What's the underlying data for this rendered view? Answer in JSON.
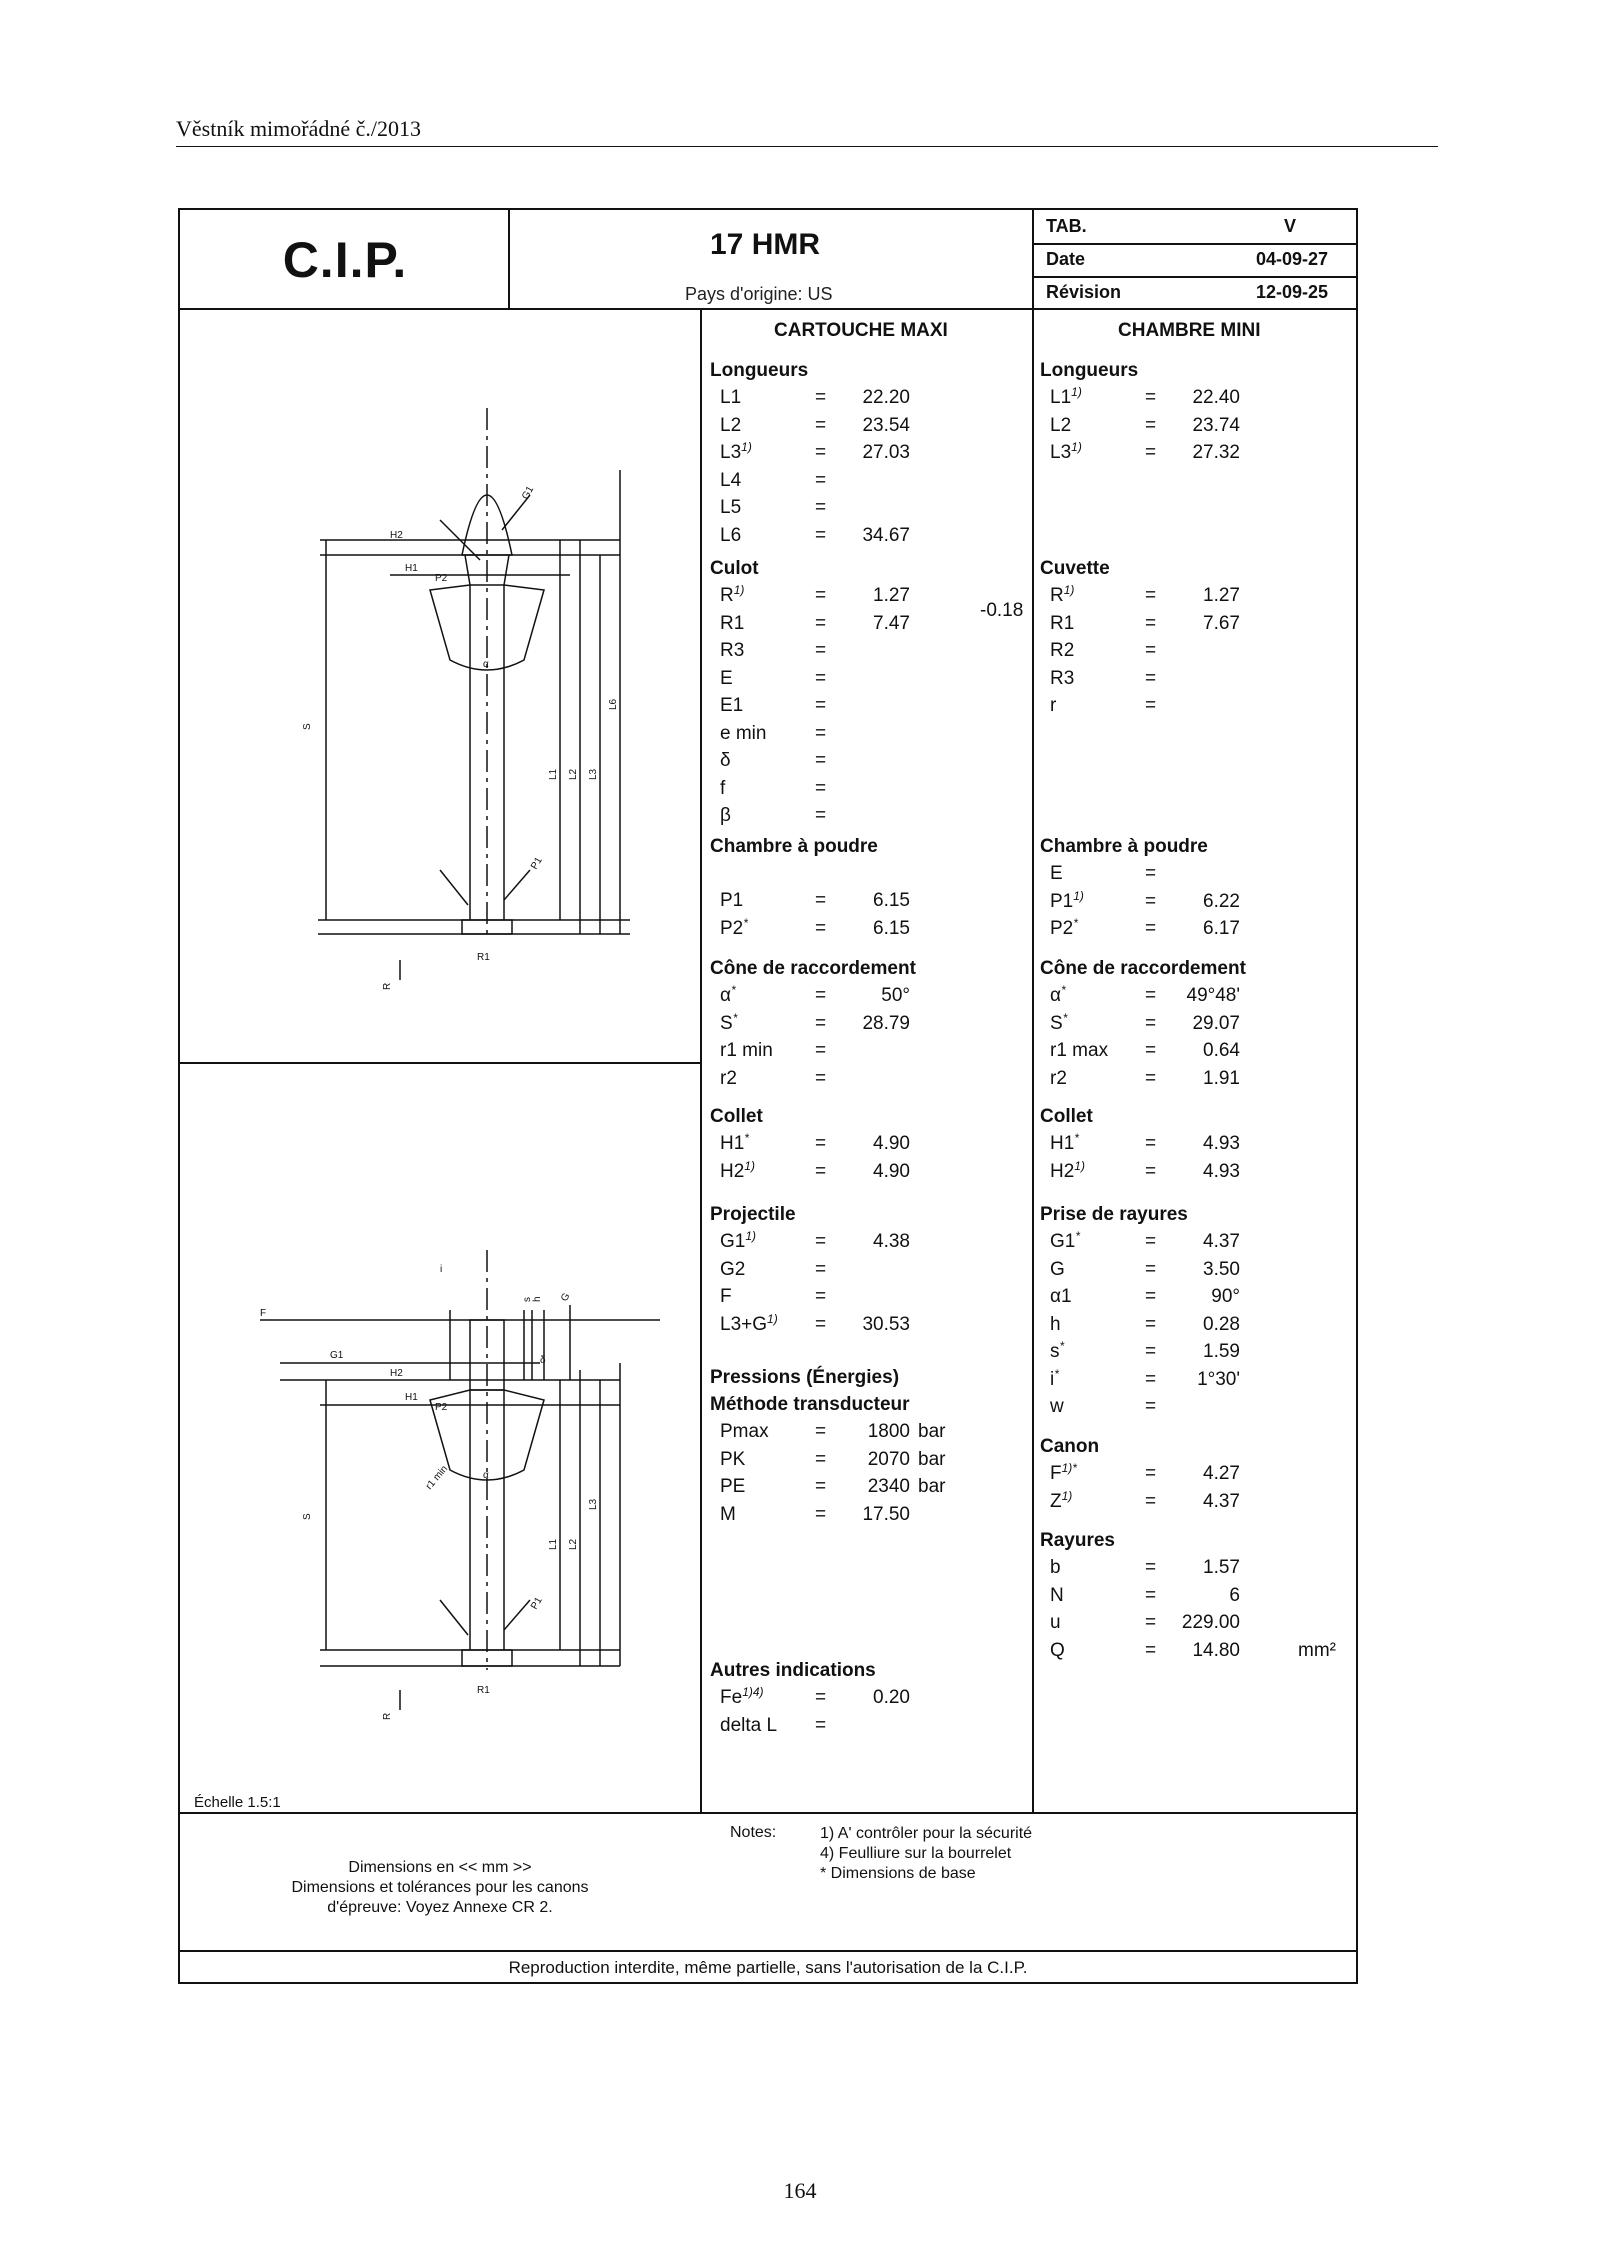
{
  "page": {
    "header": "Věstník mimořádné č./2013",
    "page_number": "164"
  },
  "sheet": {
    "logo": "C.I.P.",
    "title": "17 HMR",
    "origin": "Pays d'origine: US",
    "tab": {
      "key": "TAB.",
      "value": "V"
    },
    "date": {
      "key": "Date",
      "value": "04-09-27"
    },
    "revision": {
      "key": "Révision",
      "value": "12-09-25"
    },
    "col_left": "CARTOUCHE MAXI",
    "col_right": "CHAMBRE MINI",
    "scale": "Échelle 1.5:1",
    "dimensions_note": [
      "Dimensions en << mm >>",
      "Dimensions et tolérances pour les canons",
      "d'épreuve: Voyez Annexe CR 2."
    ],
    "notes_label": "Notes:",
    "notes": [
      "1) A' contrôler pour la sécurité",
      "4) Feulliure sur la bourrelet",
      "*   Dimensions de base"
    ],
    "footer": "Reproduction interdite, même partielle, sans l'autorisation de la C.I.P."
  },
  "cartouche": {
    "longueurs": {
      "title": "Longueurs",
      "rows": [
        {
          "l": "L1",
          "s": "",
          "v": "22.20"
        },
        {
          "l": "L2",
          "s": "",
          "v": "23.54"
        },
        {
          "l": "L3",
          "s": "1)",
          "v": "27.03"
        },
        {
          "l": "L4",
          "s": "",
          "v": ""
        },
        {
          "l": "L5",
          "s": "",
          "v": ""
        },
        {
          "l": "L6",
          "s": "",
          "v": "34.67"
        }
      ]
    },
    "culot": {
      "title": "Culot",
      "tolerance": "-0.18",
      "rows": [
        {
          "l": "R",
          "s": "1)",
          "v": "1.27"
        },
        {
          "l": "R1",
          "s": "",
          "v": "7.47"
        },
        {
          "l": "R3",
          "s": "",
          "v": ""
        },
        {
          "l": "E",
          "s": "",
          "v": ""
        },
        {
          "l": "E1",
          "s": "",
          "v": ""
        },
        {
          "l": "e min",
          "s": "",
          "v": ""
        },
        {
          "l": "δ",
          "s": "",
          "v": ""
        },
        {
          "l": "f",
          "s": "",
          "v": ""
        },
        {
          "l": "β",
          "s": "",
          "v": ""
        }
      ]
    },
    "chambre": {
      "title": "Chambre à poudre",
      "rows": [
        {
          "l": "P1",
          "s": "",
          "v": "6.15"
        },
        {
          "l": "P2",
          "s": "*",
          "v": "6.15"
        }
      ]
    },
    "cone": {
      "title": "Cône de raccordement",
      "rows": [
        {
          "l": "α",
          "s": "*",
          "v": "50°"
        },
        {
          "l": "S",
          "s": "*",
          "v": "28.79"
        },
        {
          "l": "r1 min",
          "s": "",
          "v": ""
        },
        {
          "l": "r2",
          "s": "",
          "v": ""
        }
      ]
    },
    "collet": {
      "title": "Collet",
      "rows": [
        {
          "l": "H1",
          "s": "*",
          "v": "4.90"
        },
        {
          "l": "H2",
          "s": "1)",
          "v": "4.90"
        }
      ]
    },
    "projectile": {
      "title": "Projectile",
      "rows": [
        {
          "l": "G1",
          "s": "1)",
          "v": "4.38"
        },
        {
          "l": "G2",
          "s": "",
          "v": ""
        },
        {
          "l": "F",
          "s": "",
          "v": ""
        },
        {
          "l": "L3+G",
          "s": "1)",
          "v": "30.53"
        }
      ]
    },
    "pressions": {
      "title": "Pressions (Énergies)",
      "subtitle": "Méthode transducteur",
      "rows": [
        {
          "l": "Pmax",
          "s": "",
          "v": "1800",
          "u": "bar"
        },
        {
          "l": "PK",
          "s": "",
          "v": "2070",
          "u": "bar"
        },
        {
          "l": "PE",
          "s": "",
          "v": "2340",
          "u": "bar"
        },
        {
          "l": "M",
          "s": "",
          "v": "17.50",
          "u": ""
        }
      ]
    },
    "autres": {
      "title": "Autres indications",
      "rows": [
        {
          "l": "Fe",
          "s": "1)4)",
          "v": "0.20"
        },
        {
          "l": "delta L",
          "s": "",
          "v": ""
        }
      ]
    }
  },
  "chambre_mini": {
    "longueurs": {
      "title": "Longueurs",
      "rows": [
        {
          "l": "L1",
          "s": "1)",
          "v": "22.40"
        },
        {
          "l": "L2",
          "s": "",
          "v": "23.74"
        },
        {
          "l": "L3",
          "s": "1)",
          "v": "27.32"
        }
      ]
    },
    "cuvette": {
      "title": "Cuvette",
      "rows": [
        {
          "l": "R",
          "s": "1)",
          "v": "1.27"
        },
        {
          "l": "R1",
          "s": "",
          "v": "7.67"
        },
        {
          "l": "R2",
          "s": "",
          "v": ""
        },
        {
          "l": "R3",
          "s": "",
          "v": ""
        },
        {
          "l": "r",
          "s": "",
          "v": ""
        }
      ]
    },
    "chambre": {
      "title": "Chambre à poudre",
      "rows": [
        {
          "l": "E",
          "s": "",
          "v": ""
        },
        {
          "l": "P1",
          "s": "1)",
          "v": "6.22"
        },
        {
          "l": "P2",
          "s": "*",
          "v": "6.17"
        }
      ]
    },
    "cone": {
      "title": "Cône de raccordement",
      "rows": [
        {
          "l": "α",
          "s": "*",
          "v": "49°48'"
        },
        {
          "l": "S",
          "s": "*",
          "v": "29.07"
        },
        {
          "l": "r1 max",
          "s": "",
          "v": "0.64"
        },
        {
          "l": "r2",
          "s": "",
          "v": "1.91"
        }
      ]
    },
    "collet": {
      "title": "Collet",
      "rows": [
        {
          "l": "H1",
          "s": "*",
          "v": "4.93"
        },
        {
          "l": "H2",
          "s": "1)",
          "v": "4.93"
        }
      ]
    },
    "prise": {
      "title": "Prise de rayures",
      "rows": [
        {
          "l": "G1",
          "s": "*",
          "v": "4.37"
        },
        {
          "l": "G",
          "s": "",
          "v": "3.50"
        },
        {
          "l": "α1",
          "s": "",
          "v": "90°"
        },
        {
          "l": "h",
          "s": "",
          "v": "0.28"
        },
        {
          "l": "s",
          "s": "*",
          "v": "1.59"
        },
        {
          "l": "i",
          "s": "*",
          "v": "1°30'"
        },
        {
          "l": "w",
          "s": "",
          "v": ""
        }
      ]
    },
    "canon": {
      "title": "Canon",
      "rows": [
        {
          "l": "F",
          "s": "1)*",
          "v": "4.27"
        },
        {
          "l": "Z",
          "s": "1)",
          "v": "4.37"
        }
      ]
    },
    "rayures": {
      "title": "Rayures",
      "rows": [
        {
          "l": "b",
          "s": "",
          "v": "1.57"
        },
        {
          "l": "N",
          "s": "",
          "v": "6"
        },
        {
          "l": "u",
          "s": "",
          "v": "229.00"
        },
        {
          "l": "Q",
          "s": "",
          "v": "14.80",
          "u": "mm²"
        }
      ]
    }
  },
  "drawing_labels": {
    "top": [
      "H2",
      "H1",
      "P2",
      "G1",
      "R1",
      "P1",
      "S",
      "L1",
      "L2",
      "L3",
      "L6",
      "R",
      "α"
    ],
    "bottom": [
      "F",
      "G1",
      "H2",
      "H1",
      "P2",
      "r1 min",
      "S",
      "L1",
      "L2",
      "L3",
      "R1",
      "P1",
      "R",
      "G",
      "h",
      "s",
      "i",
      "δ",
      "α"
    ]
  }
}
